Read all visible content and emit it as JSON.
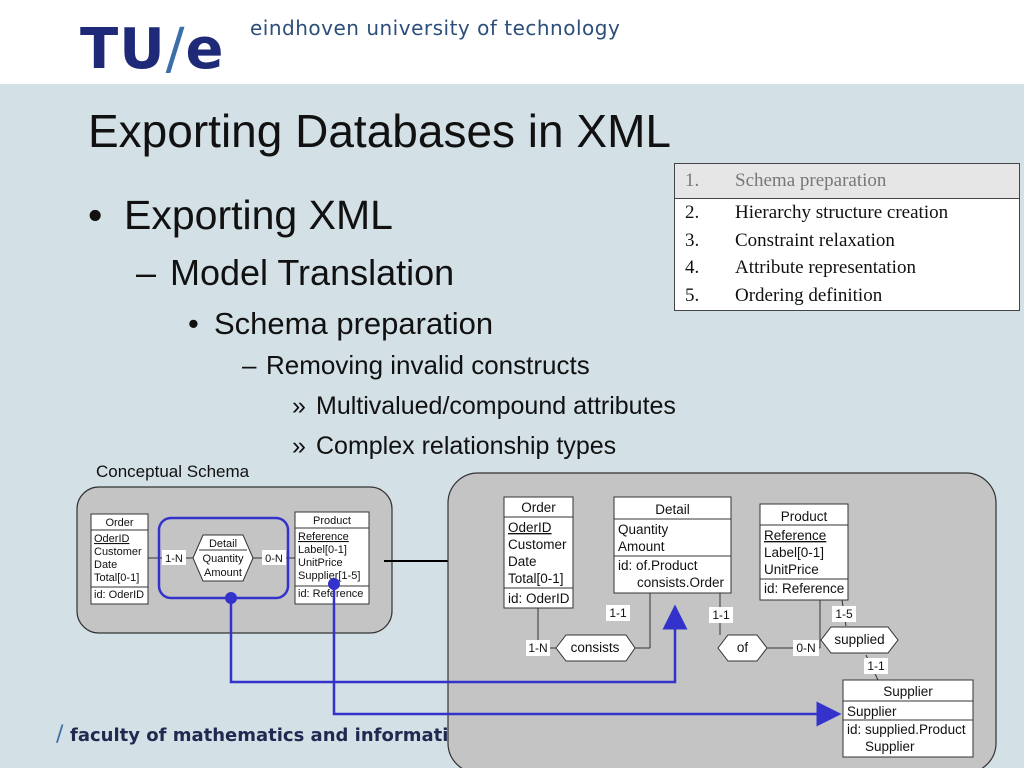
{
  "header": {
    "logo_text": "TU/e",
    "university": "eindhoven university of technology"
  },
  "slide": {
    "title": "Exporting Databases in XML",
    "bullets": [
      {
        "mark": "•",
        "text": "Exporting XML"
      },
      {
        "mark": "–",
        "text": "Model Translation"
      },
      {
        "mark": "•",
        "text": "Schema preparation"
      },
      {
        "mark": "–",
        "text": "Removing invalid constructs"
      },
      {
        "mark": "»",
        "text": "Multivalued/compound attributes"
      },
      {
        "mark": "»",
        "text": "Complex relationship types"
      }
    ]
  },
  "steps": [
    {
      "num": "1.",
      "text": "Schema preparation"
    },
    {
      "num": "2.",
      "text": "Hierarchy structure creation"
    },
    {
      "num": "3.",
      "text": "Constraint relaxation"
    },
    {
      "num": "4.",
      "text": "Attribute representation"
    },
    {
      "num": "5.",
      "text": "Ordering definition"
    }
  ],
  "diagram": {
    "conceptual_label": "Conceptual Schema",
    "left": {
      "order": {
        "name": "Order",
        "attrs": [
          "OderID",
          "Customer",
          "Date",
          "Total[0-1]"
        ],
        "id": "id: OderID"
      },
      "detail": {
        "name": "Detail",
        "attrs": [
          "Quantity",
          "Amount"
        ]
      },
      "product": {
        "name": "Product",
        "attrs": [
          "Reference",
          "Label[0-1]",
          "UnitPrice",
          "Supplier[1-5]"
        ],
        "id": "id: Reference"
      },
      "card_left": "1-N",
      "card_right": "0-N"
    },
    "right": {
      "order": {
        "name": "Order",
        "attrs": [
          "OderID",
          "Customer",
          "Date",
          "Total[0-1]"
        ],
        "id": "id: OderID"
      },
      "detail": {
        "name": "Detail",
        "attrs": [
          "Quantity",
          "Amount"
        ],
        "id1": "id: of.Product",
        "id2": "consists.Order"
      },
      "product": {
        "name": "Product",
        "attrs": [
          "Reference",
          "Label[0-1]",
          "UnitPrice"
        ],
        "id": "id: Reference"
      },
      "supplier": {
        "name": "Supplier",
        "attrs": [
          "Supplier"
        ],
        "id1": "id: supplied.Product",
        "id2": "Supplier"
      },
      "rel_consists": "consists",
      "rel_of": "of",
      "rel_supplied": "supplied",
      "card_consists_order": "1-N",
      "card_consists_detail": "1-1",
      "card_of_detail": "1-1",
      "card_of_product": "0-N",
      "card_supplied_product": "1-5",
      "card_supplied_supplier": "1-1"
    }
  },
  "footer": {
    "slash": "/",
    "text": "faculty of mathematics and informati"
  },
  "colors": {
    "background": "#d3e0e6",
    "logo": "#1e2a78",
    "highlight": "#3333cc",
    "panel": "#c4c4c4"
  }
}
